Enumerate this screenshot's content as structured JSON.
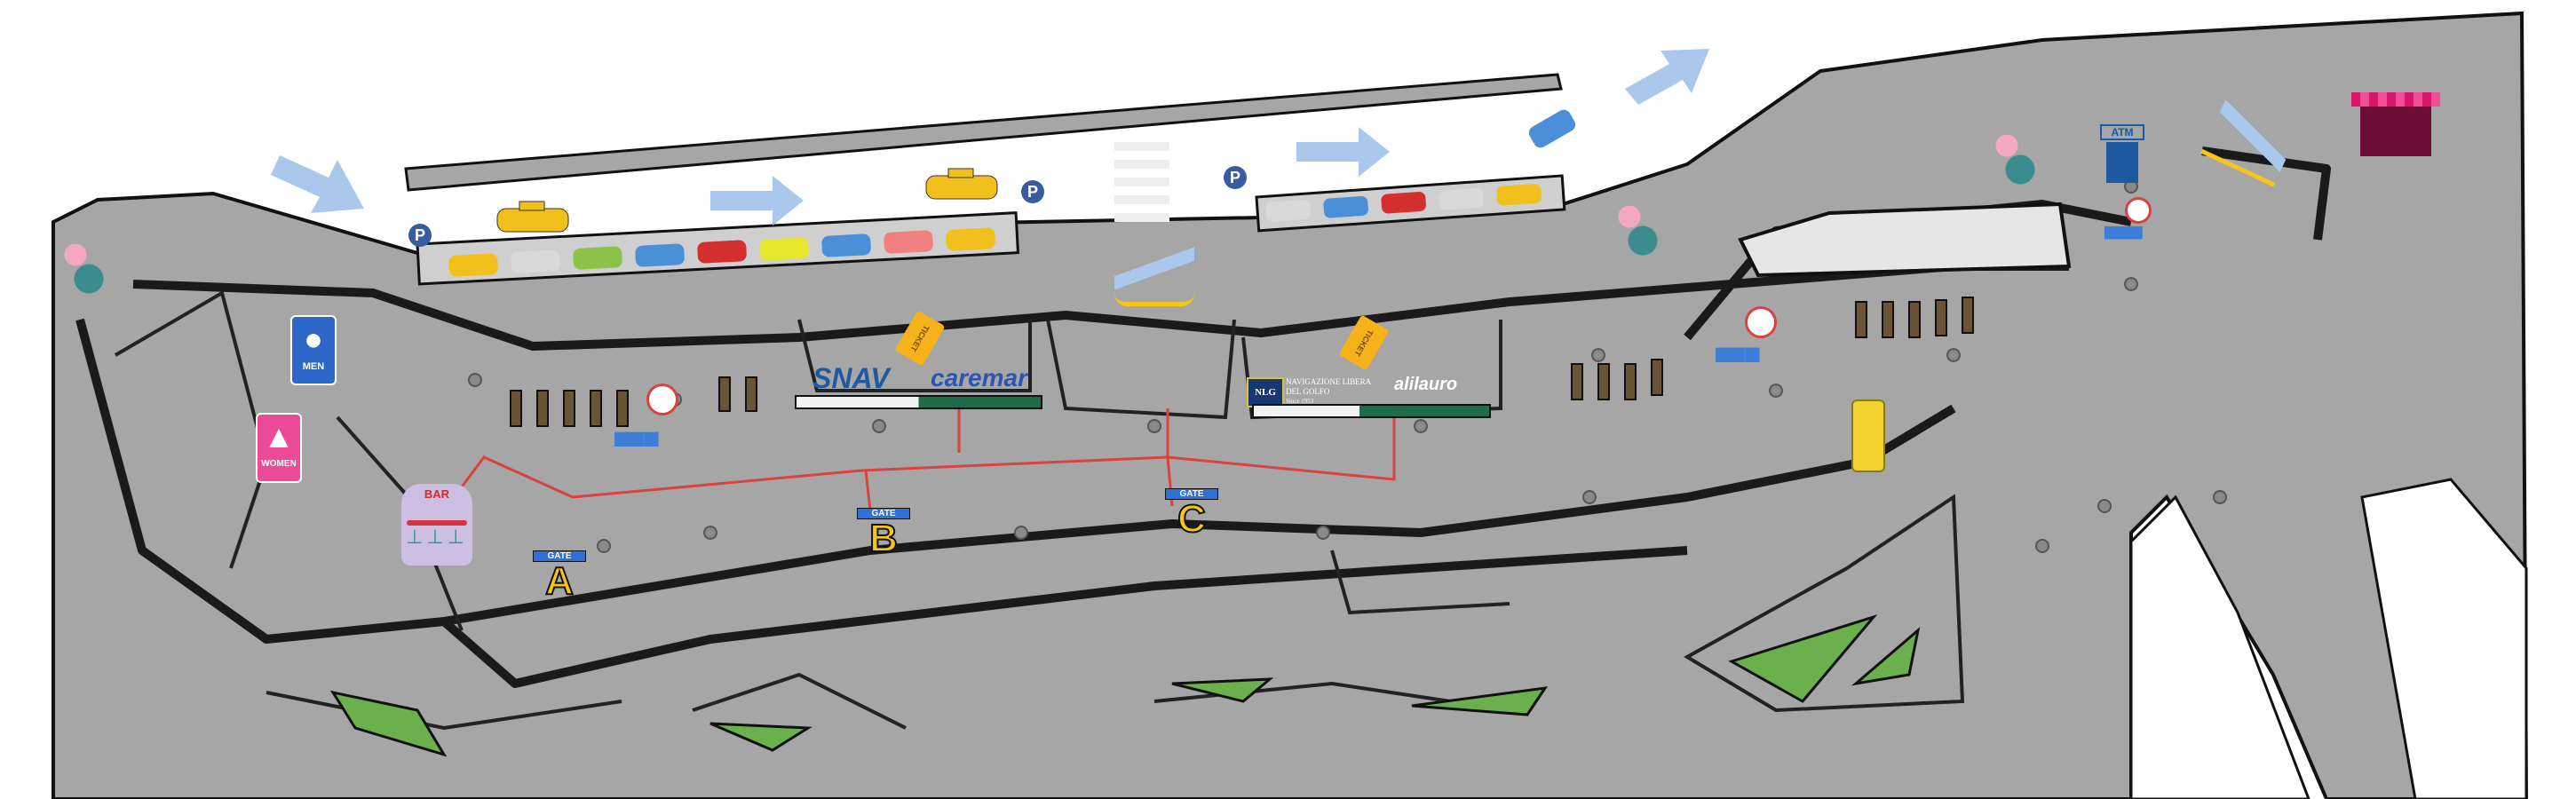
{
  "map": {
    "restrooms": {
      "men": "MEN",
      "women": "WOMEN"
    },
    "bar": "BAR",
    "atm": "ATM",
    "gates": [
      {
        "label": "GATE",
        "letter": "A"
      },
      {
        "label": "GATE",
        "letter": "B"
      },
      {
        "label": "GATE",
        "letter": "C"
      }
    ],
    "ticket_label": "TICKET",
    "operators": {
      "snav": "SNAV",
      "caremar": "caremar",
      "nlg": "NLG",
      "nlg_name_1": "NAVIGAZIONE LIBERA",
      "nlg_name_2": "DEL GOLFO",
      "nlg_since": "Since 1953",
      "alilauro": "alilauro"
    },
    "parking": "P",
    "colors": {
      "ground": "#a6a6a6",
      "wall": "#1a1a1a",
      "gate_yellow": "#f5c518",
      "gate_blue": "#2f6fd6",
      "route": "#d9433f",
      "green": "#6ab04c",
      "arrow": "#a9c8ec"
    }
  }
}
